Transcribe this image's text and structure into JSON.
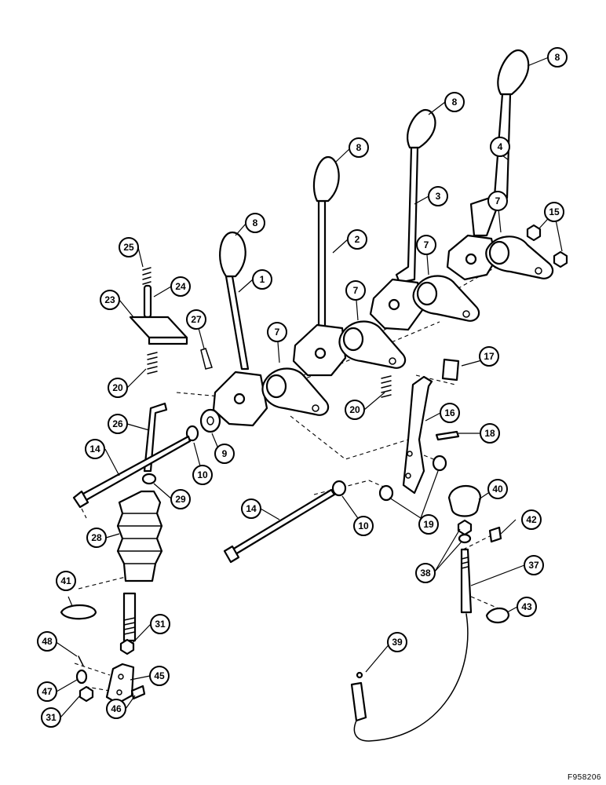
{
  "figure_id": "F958206",
  "callouts": {
    "c8a": "8",
    "c8b": "8",
    "c8c": "8",
    "c8d": "8",
    "c4": "4",
    "c3": "3",
    "c2": "2",
    "c1": "1",
    "c7a": "7",
    "c7b": "7",
    "c7c": "7",
    "c7d": "7",
    "c15": "15",
    "c25": "25",
    "c24": "24",
    "c23": "23",
    "c27": "27",
    "c20a": "20",
    "c20b": "20",
    "c17": "17",
    "c16": "16",
    "c18": "18",
    "c26": "26",
    "c9": "9",
    "c10a": "10",
    "c10b": "10",
    "c14a": "14",
    "c14b": "14",
    "c29": "29",
    "c28": "28",
    "c19": "19",
    "c40": "40",
    "c42": "42",
    "c38": "38",
    "c37": "37",
    "c41": "41",
    "c31a": "31",
    "c31b": "31",
    "c48": "48",
    "c47": "47",
    "c45": "45",
    "c46": "46",
    "c39": "39",
    "c43": "43"
  }
}
